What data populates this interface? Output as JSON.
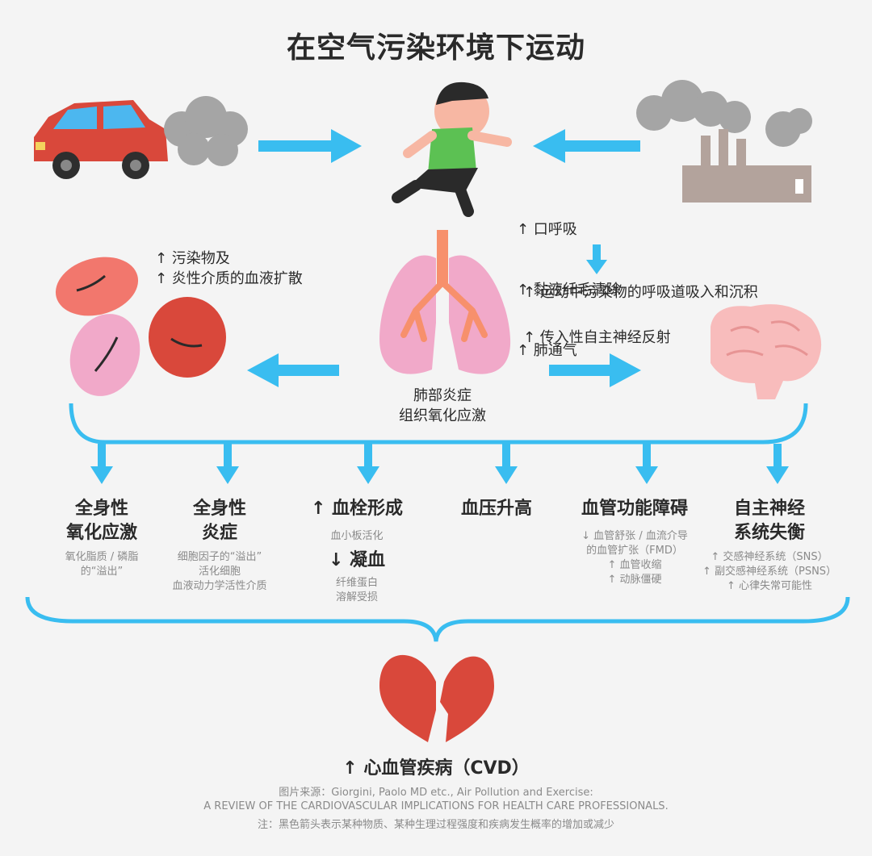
{
  "title": "在空气污染环境下运动",
  "runner_effects": [
    "↑ 口呼吸",
    "↑ 黏液纤毛清除",
    "↑ 肺通气"
  ],
  "deposition_text": "↑ 运动中污染物的呼吸道吸入和沉积",
  "reflex_text": "↑ 传入性自主神经反射",
  "blood_diffusion_text": "↑ 污染物及\n↑ 炎性介质的血液扩散",
  "lung_label": "肺部炎症\n组织氧化应激",
  "consequences": [
    {
      "title": "全身性\n氧化应激",
      "sub": "氧化脂质 / 磷脂\n的“溢出”"
    },
    {
      "title": "全身性\n炎症",
      "sub": "细胞因子的“溢出”\n活化细胞\n血液动力学活性介质"
    },
    {
      "title": "↑ 血栓形成",
      "sub": "血小板活化",
      "title2": "↓ 凝血",
      "sub2": "纤维蛋白\n溶解受损"
    },
    {
      "title": "血压升高",
      "sub": ""
    },
    {
      "title": "血管功能障碍",
      "sub": "↓ 血管舒张 / 血流介导\n的血管扩张（FMD）\n↑ 血管收缩\n↑ 动脉僵硬"
    },
    {
      "title": "自主神经\n系统失衡",
      "sub": "↑ 交感神经系统（SNS）\n↑ 副交感神经系统（PSNS）\n↑ 心律失常可能性"
    }
  ],
  "outcome": "↑ 心血管疾病（CVD）",
  "source_lines": [
    "图片来源：Giorgini, Paolo MD etc., Air Pollution and Exercise:",
    "A REVIEW OF THE CARDIOVASCULAR IMPLICATIONS FOR HEALTH CARE PROFESSIONALS.",
    "注：黑色箭头表示某种物质、某种生理过程强度和疾病发生概率的增加或减少"
  ],
  "colors": {
    "arrow": "#39bdf0",
    "car": "#d9483b",
    "shirt": "#5cc153",
    "lung": "#f1a9c9",
    "heart": "#d9483b",
    "brain": "#f8bcbc",
    "factory": "#b3a39c",
    "smoke": "#a5a5a5"
  }
}
